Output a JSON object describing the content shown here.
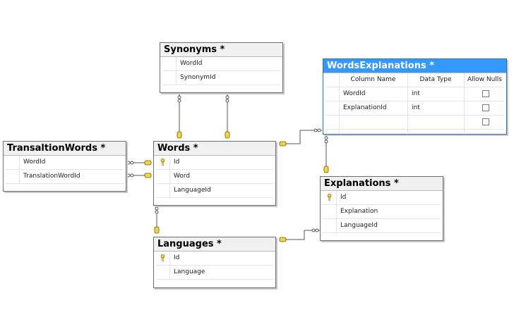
{
  "tables": {
    "synonyms": {
      "title": "Synonyms *",
      "columns": [
        "WordId",
        "SynonymId"
      ]
    },
    "words_explanations": {
      "title": "WordsExplanations *",
      "headers": [
        "Column Name",
        "Data Type",
        "Allow Nulls"
      ],
      "rows": [
        {
          "name": "WordId",
          "type": "int",
          "allow_nulls": false
        },
        {
          "name": "ExplanationId",
          "type": "int",
          "allow_nulls": false
        },
        {
          "name": "",
          "type": "",
          "allow_nulls": false
        }
      ]
    },
    "translation_words": {
      "title": "TransaltionWords *",
      "columns": [
        "WordId",
        "TranslationWordId"
      ]
    },
    "words": {
      "title": "Words *",
      "columns": [
        "Id",
        "Word",
        "LanguageId"
      ],
      "primary_key": "Id"
    },
    "explanations": {
      "title": "Explanations *",
      "columns": [
        "Id",
        "Explanation",
        "LanguageId"
      ],
      "primary_key": "Id"
    },
    "languages": {
      "title": "Languages *",
      "columns": [
        "Id",
        "Language"
      ],
      "primary_key": "Id"
    }
  },
  "colors": {
    "selected_title": "#3399ff",
    "key_icon": "#f1d443",
    "connector": "#555555"
  }
}
